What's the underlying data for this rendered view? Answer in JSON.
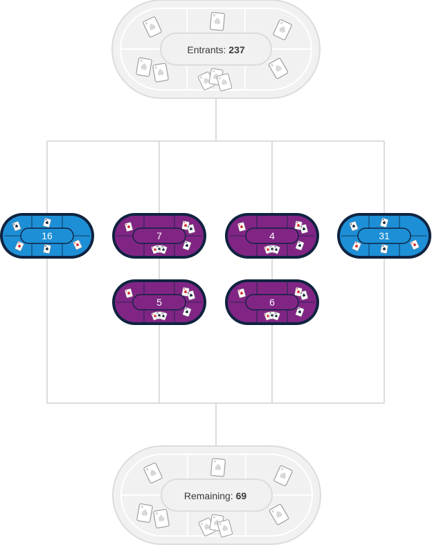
{
  "entrants": {
    "label": "Entrants: ",
    "value": "237"
  },
  "remaining": {
    "label": "Remaining: ",
    "value": "69"
  },
  "colors": {
    "connector": "#dcdcdc",
    "ghost_fill": "#f1f1f1",
    "ghost_stroke": "#dcdcdc",
    "ghost_line": "#ffffff",
    "blue_fill": "#1d8fd6",
    "purple_fill": "#812585",
    "dark_border": "#0f2340"
  },
  "tables": [
    {
      "id": "t1",
      "count": "16",
      "color": "blue"
    },
    {
      "id": "t2",
      "count": "7",
      "color": "purple"
    },
    {
      "id": "t3",
      "count": "4",
      "color": "purple"
    },
    {
      "id": "t4",
      "count": "31",
      "color": "blue"
    },
    {
      "id": "t5",
      "count": "5",
      "color": "purple"
    },
    {
      "id": "t6",
      "count": "6",
      "color": "purple"
    }
  ]
}
